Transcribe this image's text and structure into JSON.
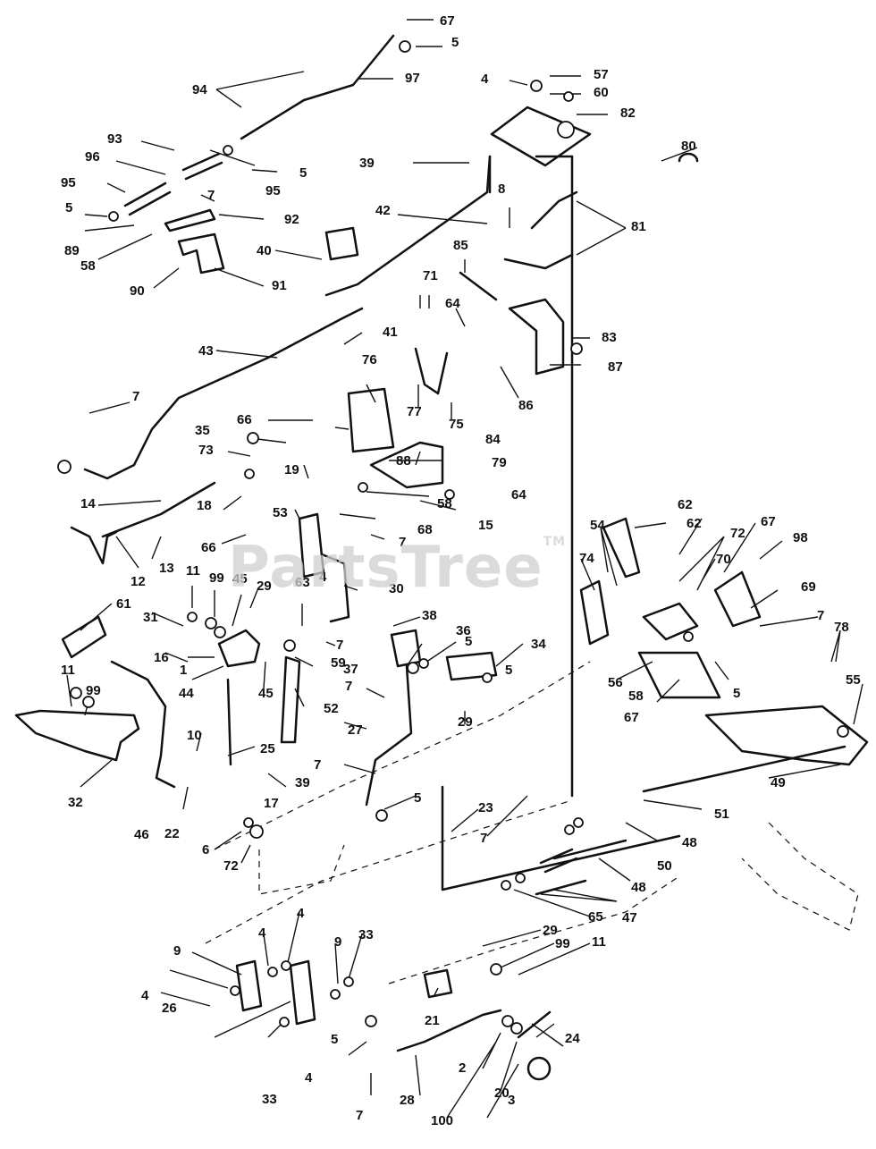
{
  "watermark": "PartsTree",
  "trademark": "TM",
  "callouts": [
    "67",
    "5",
    "94",
    "97",
    "4",
    "57",
    "60",
    "82",
    "93",
    "96",
    "95",
    "5",
    "95",
    "7",
    "92",
    "39",
    "80",
    "5",
    "42",
    "8",
    "81",
    "89",
    "58",
    "40",
    "90",
    "91",
    "85",
    "71",
    "64",
    "83",
    "87",
    "43",
    "41",
    "76",
    "86",
    "77",
    "75",
    "84",
    "7",
    "66",
    "35",
    "73",
    "19",
    "79",
    "88",
    "64",
    "15",
    "58",
    "68",
    "14",
    "18",
    "66",
    "53",
    "7",
    "13",
    "12",
    "11",
    "99",
    "45",
    "29",
    "63",
    "30",
    "61",
    "31",
    "16",
    "1",
    "44",
    "45",
    "4",
    "7",
    "59",
    "38",
    "36",
    "5",
    "37",
    "34",
    "5",
    "29",
    "11",
    "99",
    "7",
    "52",
    "10",
    "25",
    "39",
    "17",
    "27",
    "7",
    "5",
    "32",
    "46",
    "22",
    "6",
    "72",
    "62",
    "54",
    "62",
    "72",
    "67",
    "98",
    "74",
    "70",
    "69",
    "7",
    "78",
    "56",
    "58",
    "67",
    "5",
    "55",
    "49",
    "51",
    "48",
    "50",
    "48",
    "47",
    "65",
    "7",
    "23",
    "9",
    "4",
    "4",
    "9",
    "33",
    "4",
    "26",
    "21",
    "29",
    "99",
    "11",
    "24",
    "5",
    "7",
    "4",
    "2",
    "20",
    "28",
    "100",
    "3",
    "33"
  ]
}
